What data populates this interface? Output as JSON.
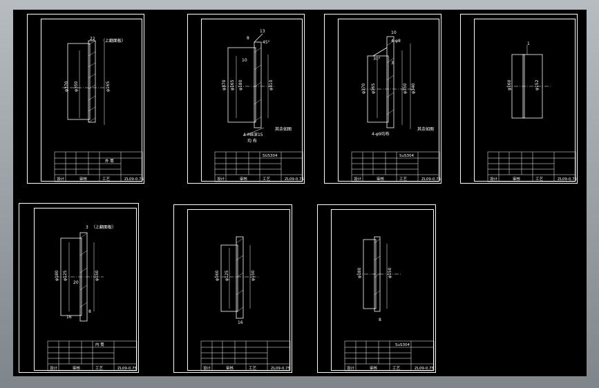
{
  "background_color": "#000000",
  "line_color": "#ffffff",
  "sheets": [
    {
      "id": "sheet-1",
      "labels": [
        "22",
        "（上翻面板）",
        "φ370",
        "φ350",
        "φ165"
      ],
      "title_block": {
        "title": "外 筒",
        "code": "",
        "drawing_no": "ZL09-0.75",
        "material": "",
        "marks": [
          "设计",
          "审核",
          "工艺"
        ]
      }
    },
    {
      "id": "sheet-2",
      "labels": [
        "8",
        "13",
        "45°",
        "10",
        "φ370",
        "φ165",
        "φ180",
        "φ310",
        "4-M8深15",
        "均 布",
        "其余如图"
      ],
      "title_block": {
        "title": "SUS304",
        "code": "",
        "drawing_no": "ZL09-0.75",
        "material": "",
        "marks": [
          "设计",
          "审核",
          "工艺"
        ]
      }
    },
    {
      "id": "sheet-3",
      "labels": [
        "10",
        "4-φ8",
        "30°",
        "3",
        "φ370",
        "φ165",
        "φ350",
        "φ340",
        "4-φ9均布",
        "其余如图"
      ],
      "title_block": {
        "title": "SuS304",
        "code": "",
        "drawing_no": "ZL09-0.75",
        "material": "",
        "marks": [
          "设计",
          "审核",
          "工艺"
        ]
      }
    },
    {
      "id": "sheet-4",
      "labels": [
        "1",
        "φ160",
        "φ152"
      ],
      "title_block": {
        "title": "",
        "code": "",
        "drawing_no": "ZL09-0.75",
        "material": "",
        "marks": [
          "设计",
          "审核",
          "工艺"
        ]
      }
    },
    {
      "id": "sheet-5",
      "labels": [
        "3",
        "（上翻面板）",
        "φ180",
        "φ125",
        "φ150",
        "20",
        "16",
        "8"
      ],
      "title_block": {
        "title": "内 筒",
        "code": "",
        "drawing_no": "ZL09-0.75",
        "material": "",
        "marks": [
          "设计",
          "审核",
          "工艺"
        ]
      }
    },
    {
      "id": "sheet-6",
      "labels": [
        "φ160",
        "φ125",
        "φ150",
        "16"
      ],
      "title_block": {
        "title": "",
        "code": "",
        "drawing_no": "ZL09-0.75",
        "material": "",
        "marks": [
          "设计",
          "审核",
          "工艺"
        ]
      }
    },
    {
      "id": "sheet-7",
      "labels": [
        "φ180",
        "φ150",
        "8"
      ],
      "title_block": {
        "title": "SuS304",
        "code": "",
        "drawing_no": "ZL09-0.75",
        "material": "",
        "marks": [
          "设计",
          "审核",
          "工艺"
        ]
      }
    }
  ]
}
